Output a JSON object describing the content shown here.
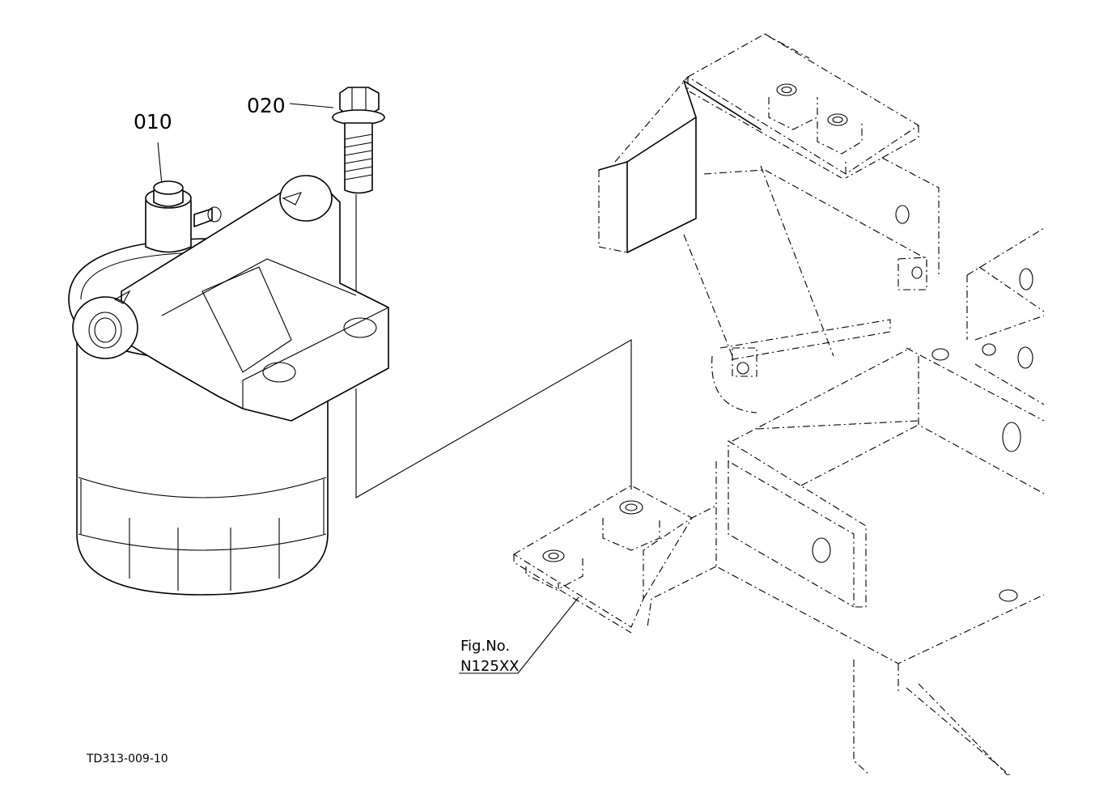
{
  "labels": {
    "part_010": "010",
    "part_020": "020",
    "fig_ref_line1": "Fig.No.",
    "fig_ref_line2": "N125XX",
    "drawing_id": "TD313-009-10"
  },
  "colors": {
    "line": "#000000",
    "background": "#ffffff"
  }
}
